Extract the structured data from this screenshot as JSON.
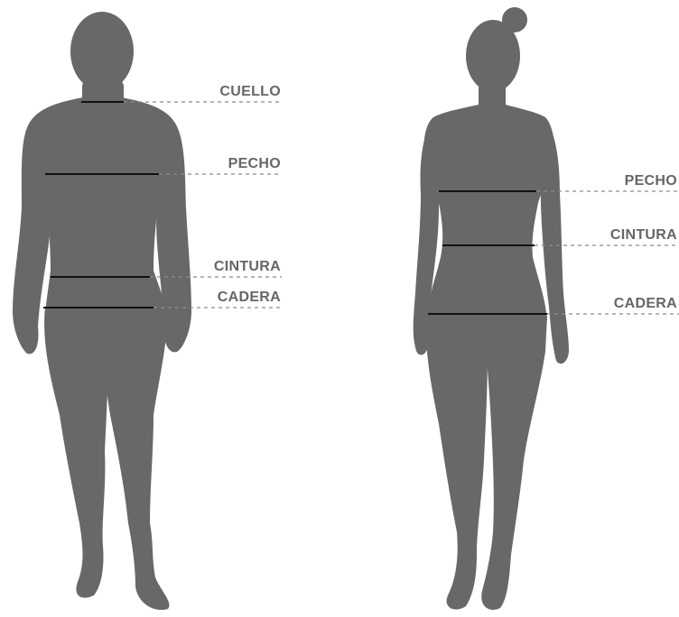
{
  "colors": {
    "silhouette": "#686868",
    "measure_line": "#111111",
    "leader_line": "#8a8a8a",
    "label": "#666666",
    "background": "#ffffff"
  },
  "male": {
    "figure": "male-silhouette",
    "measures": [
      {
        "key": "neck",
        "label": "CUELLO"
      },
      {
        "key": "chest",
        "label": "PECHO"
      },
      {
        "key": "waist",
        "label": "CINTURA"
      },
      {
        "key": "hip",
        "label": "CADERA"
      }
    ]
  },
  "female": {
    "figure": "female-silhouette",
    "measures": [
      {
        "key": "chest",
        "label": "PECHO"
      },
      {
        "key": "waist",
        "label": "CINTURA"
      },
      {
        "key": "hip",
        "label": "CADERA"
      }
    ]
  }
}
